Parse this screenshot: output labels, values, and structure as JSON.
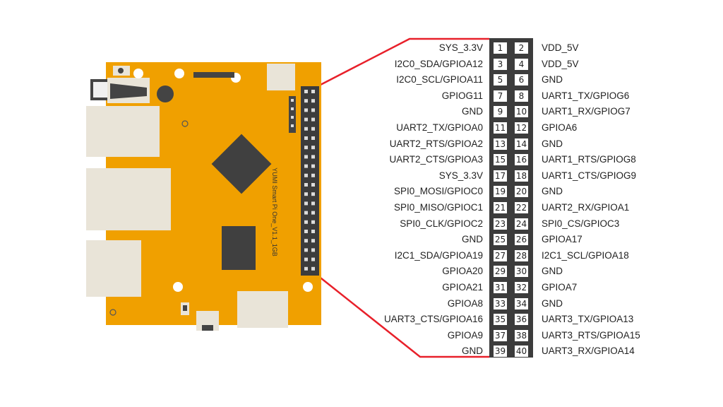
{
  "board": {
    "silkscreen": "YUMI Smart Pi One_V1.1_1GB",
    "colors": {
      "pcb": "#f0a000",
      "chip": "#404040",
      "connector": "#e9e4d8",
      "header": "#3c3c3c",
      "callout_line": "#e8202a"
    }
  },
  "pinout": {
    "left": [
      {
        "pin": "1",
        "label": "SYS_3.3V"
      },
      {
        "pin": "3",
        "label": "I2C0_SDA/GPIOA12"
      },
      {
        "pin": "5",
        "label": "I2C0_SCL/GPIOA11"
      },
      {
        "pin": "7",
        "label": "GPIOG11"
      },
      {
        "pin": "9",
        "label": "GND"
      },
      {
        "pin": "11",
        "label": "UART2_TX/GPIOA0"
      },
      {
        "pin": "13",
        "label": "UART2_RTS/GPIOA2"
      },
      {
        "pin": "15",
        "label": "UART2_CTS/GPIOA3"
      },
      {
        "pin": "17",
        "label": "SYS_3.3V"
      },
      {
        "pin": "19",
        "label": "SPI0_MOSI/GPIOC0"
      },
      {
        "pin": "21",
        "label": "SPI0_MISO/GPIOC1"
      },
      {
        "pin": "23",
        "label": "SPI0_CLK/GPIOC2"
      },
      {
        "pin": "25",
        "label": "GND"
      },
      {
        "pin": "27",
        "label": "I2C1_SDA/GPIOA19"
      },
      {
        "pin": "29",
        "label": "GPIOA20"
      },
      {
        "pin": "31",
        "label": "GPIOA21"
      },
      {
        "pin": "33",
        "label": "GPIOA8"
      },
      {
        "pin": "35",
        "label": "UART3_CTS/GPIOA16"
      },
      {
        "pin": "37",
        "label": "GPIOA9"
      },
      {
        "pin": "39",
        "label": "GND"
      }
    ],
    "right": [
      {
        "pin": "2",
        "label": "VDD_5V"
      },
      {
        "pin": "4",
        "label": "VDD_5V"
      },
      {
        "pin": "6",
        "label": "GND"
      },
      {
        "pin": "8",
        "label": "UART1_TX/GPIOG6"
      },
      {
        "pin": "10",
        "label": "UART1_RX/GPIOG7"
      },
      {
        "pin": "12",
        "label": "GPIOA6"
      },
      {
        "pin": "14",
        "label": "GND"
      },
      {
        "pin": "16",
        "label": "UART1_RTS/GPIOG8"
      },
      {
        "pin": "18",
        "label": "UART1_CTS/GPIOG9"
      },
      {
        "pin": "20",
        "label": "GND"
      },
      {
        "pin": "22",
        "label": "UART2_RX/GPIOA1"
      },
      {
        "pin": "24",
        "label": "SPI0_CS/GPIOC3"
      },
      {
        "pin": "26",
        "label": "GPIOA17"
      },
      {
        "pin": "28",
        "label": "I2C1_SCL/GPIOA18"
      },
      {
        "pin": "30",
        "label": "GND"
      },
      {
        "pin": "32",
        "label": "GPIOA7"
      },
      {
        "pin": "34",
        "label": "GND"
      },
      {
        "pin": "36",
        "label": "UART3_TX/GPIOA13"
      },
      {
        "pin": "38",
        "label": "UART3_RTS/GPIOA15"
      },
      {
        "pin": "40",
        "label": "UART3_RX/GPIOA14"
      }
    ]
  }
}
